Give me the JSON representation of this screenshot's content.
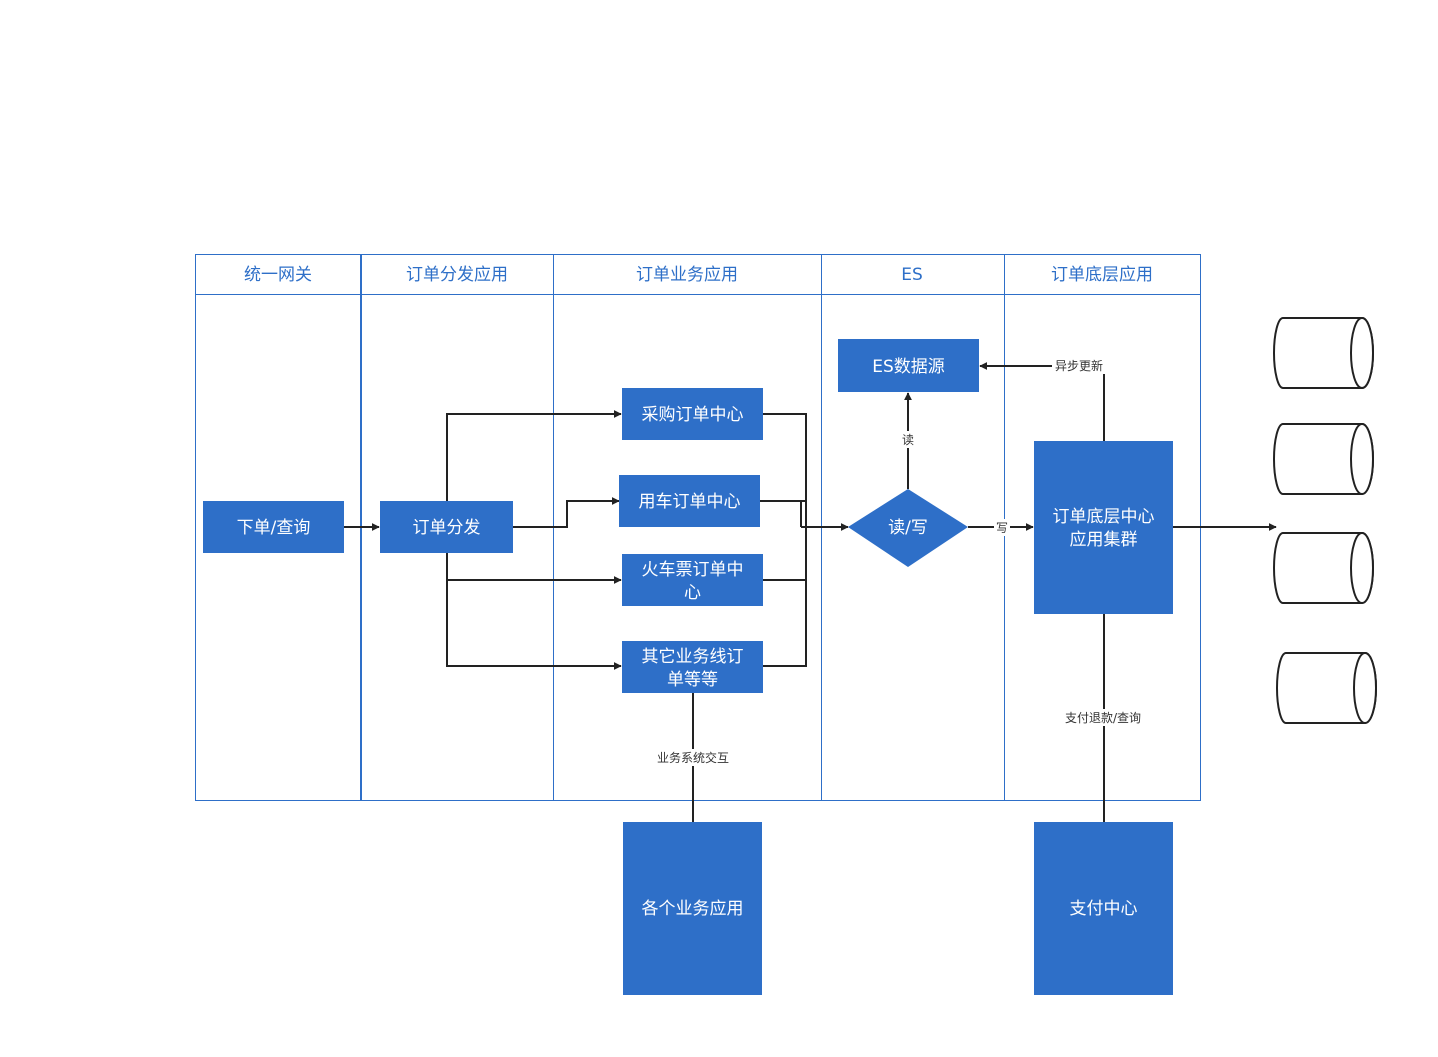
{
  "colors": {
    "node_fill": "#2e6fc8",
    "lane_border": "#2e6fc8",
    "edge": "#222222",
    "node_text": "#ffffff"
  },
  "lanes": [
    {
      "title": "统一网关"
    },
    {
      "title": "订单分发应用"
    },
    {
      "title": "订单业务应用"
    },
    {
      "title": "ES"
    },
    {
      "title": "订单底层应用"
    }
  ],
  "nodes": {
    "order_query": [
      "下单/查询"
    ],
    "order_dispatch": [
      "订单分发"
    ],
    "purchase_center": [
      "采购订单中心"
    ],
    "car_center": [
      "用车订单中心"
    ],
    "train_center": [
      "火车票订单中",
      "心"
    ],
    "other_center": [
      "其它业务线订",
      "单等等"
    ],
    "es_source": [
      "ES数据源"
    ],
    "read_write": [
      "读/写"
    ],
    "base_cluster": [
      "订单底层中心",
      "应用集群"
    ],
    "business_apps": [
      "各个业务应用"
    ],
    "payment_center": [
      "支付中心"
    ]
  },
  "edge_labels": {
    "async_update": "异步更新",
    "read": "读",
    "write": "写",
    "business_interaction": "业务系统交互",
    "payment_refund_query": "支付退款/查询"
  },
  "databases": {
    "count": 4,
    "shape": "cylinder"
  }
}
